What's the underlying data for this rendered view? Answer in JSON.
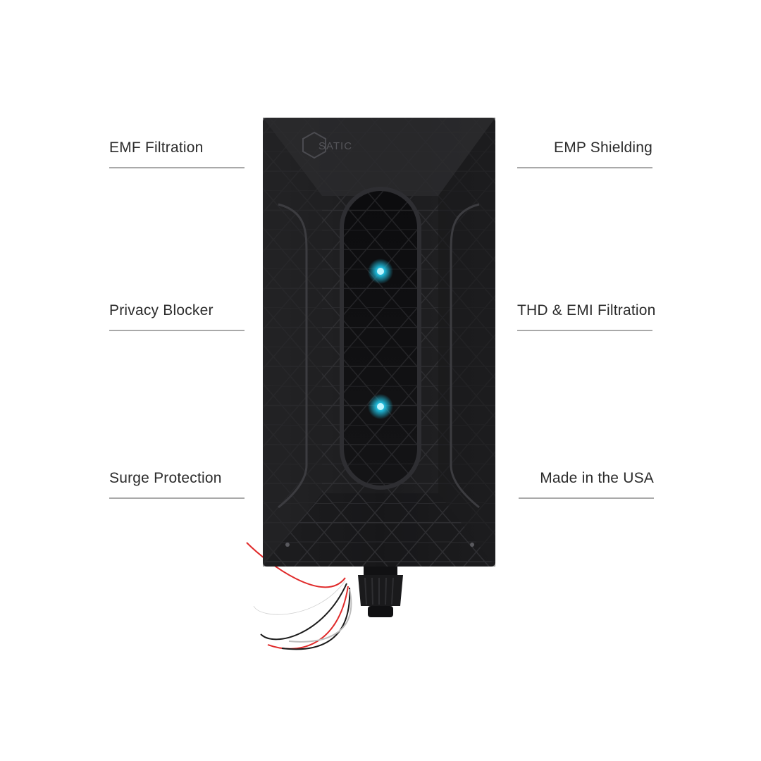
{
  "features_left": [
    {
      "label": "EMF Filtration"
    },
    {
      "label": "Privacy Blocker"
    },
    {
      "label": "Surge Protection"
    }
  ],
  "features_right": [
    {
      "label": "EMP Shielding"
    },
    {
      "label": "THD & EMI Filtration"
    },
    {
      "label": "Made in the USA"
    }
  ],
  "device": {
    "brand_logo_text": "SATIC",
    "indicator_color": "#1fc4e6",
    "body_color": "#1f1f21",
    "wire_colors": [
      "#e02a2a",
      "#ffffff",
      "#1a1a1a",
      "#e02a2a",
      "#ffffff"
    ]
  },
  "colors": {
    "label_text": "#2b2b2b",
    "rule": "#a9a9a9"
  }
}
